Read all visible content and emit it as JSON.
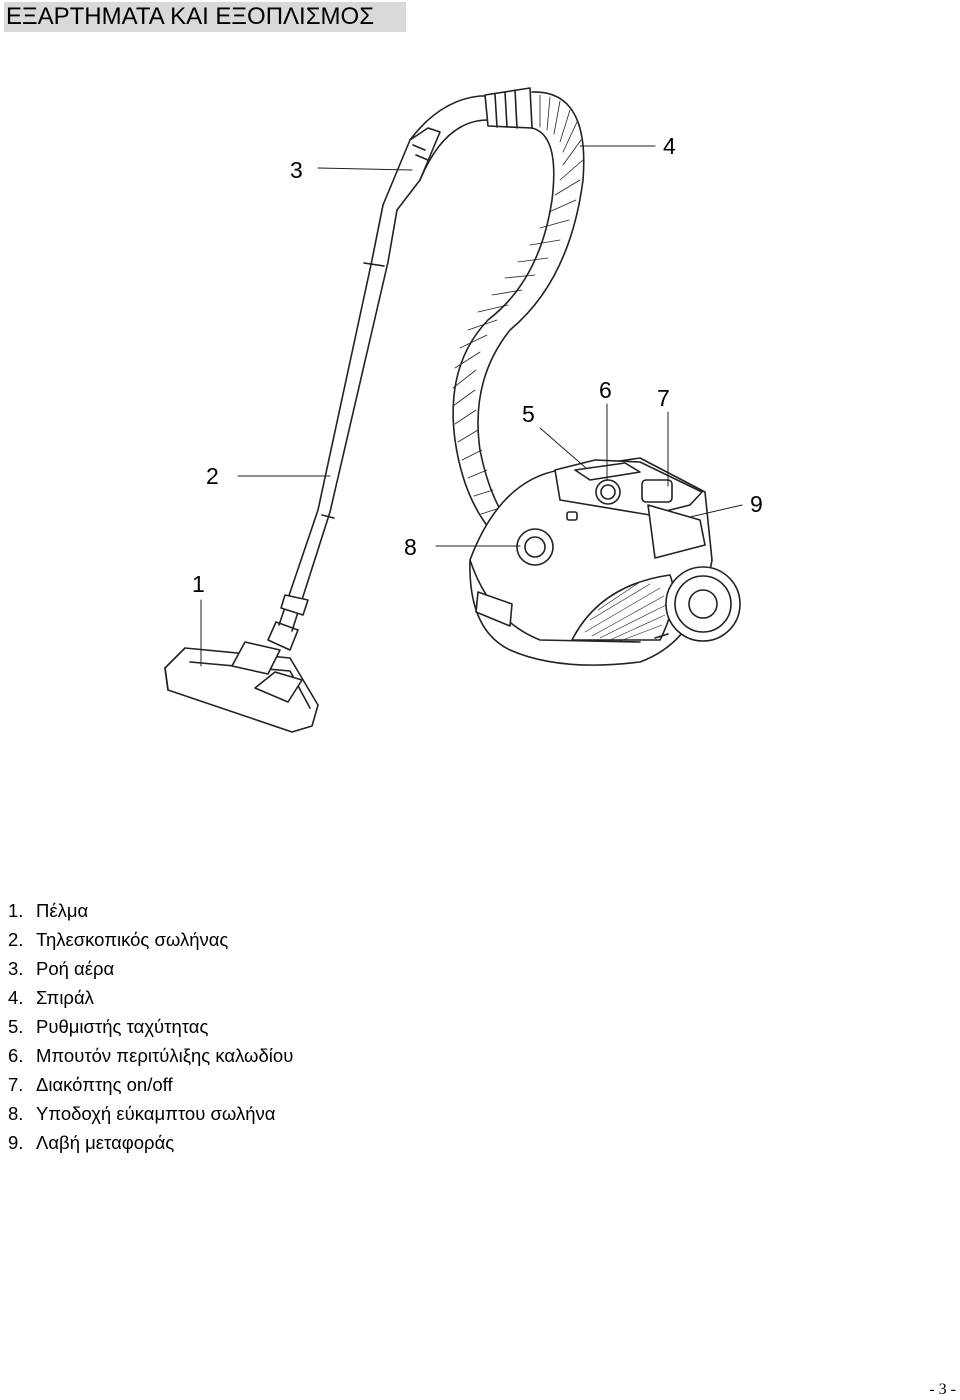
{
  "title": "ΕΞΑΡΤΗΜΑΤΑ ΚΑΙ ΕΞΟΠΛΙΣΜΟΣ",
  "callouts": [
    "1",
    "2",
    "3",
    "4",
    "5",
    "6",
    "7",
    "8",
    "9"
  ],
  "parts": [
    {
      "num": "1.",
      "label": "Πέλμα"
    },
    {
      "num": "2.",
      "label": "Τηλεσκοπικός σωλήνας"
    },
    {
      "num": "3.",
      "label": "Ροή αέρα"
    },
    {
      "num": "4.",
      "label": "Σπιράλ"
    },
    {
      "num": "5.",
      "label": "Ρυθμιστής ταχύτητας"
    },
    {
      "num": "6.",
      "label": "Μπουτόν περιτύλιξης καλωδίου"
    },
    {
      "num": "7.",
      "label": "Διακόπτης on/off"
    },
    {
      "num": "8.",
      "label": "Υποδοχή εύκαμπτου σωλήνα"
    },
    {
      "num": "9.",
      "label": "Λαβή μεταφοράς"
    }
  ],
  "page_number": "- 3 -"
}
